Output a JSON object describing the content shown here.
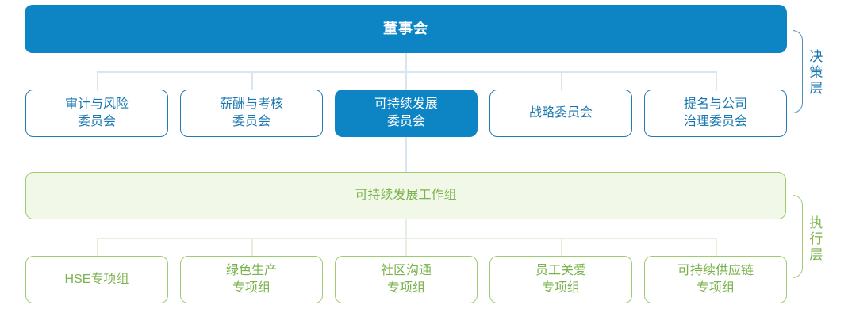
{
  "colors": {
    "blue-fill": "#0d85c4",
    "blue-border": "#2279b4",
    "blue-text": "#1a77b0",
    "blue-line": "#d7e6f2",
    "bracket-blue": "#4e8fbe",
    "green-border": "#9ecb72",
    "green-text": "#7ab34d",
    "green-fill": "#f1f8e7",
    "green-line": "#e6eedd"
  },
  "diagram": {
    "board": {
      "label": "董事会"
    },
    "committees": [
      {
        "label": "审计与风险\n委员会",
        "highlighted": false
      },
      {
        "label": "薪酬与考核\n委员会",
        "highlighted": false
      },
      {
        "label": "可持续发展\n委员会",
        "highlighted": true
      },
      {
        "label": "战略委员会",
        "highlighted": false
      },
      {
        "label": "提名与公司\n治理委员会",
        "highlighted": false
      }
    ],
    "workgroup": {
      "label": "可持续发展工作组"
    },
    "task_groups": [
      {
        "label": "HSE专项组"
      },
      {
        "label": "绿色生产\n专项组"
      },
      {
        "label": "社区沟通\n专项组"
      },
      {
        "label": "员工关爱\n专项组"
      },
      {
        "label": "可持续供应链\n专项组"
      }
    ],
    "layers": {
      "decision": {
        "label": "决策层"
      },
      "execution": {
        "label": "执行层"
      }
    }
  }
}
